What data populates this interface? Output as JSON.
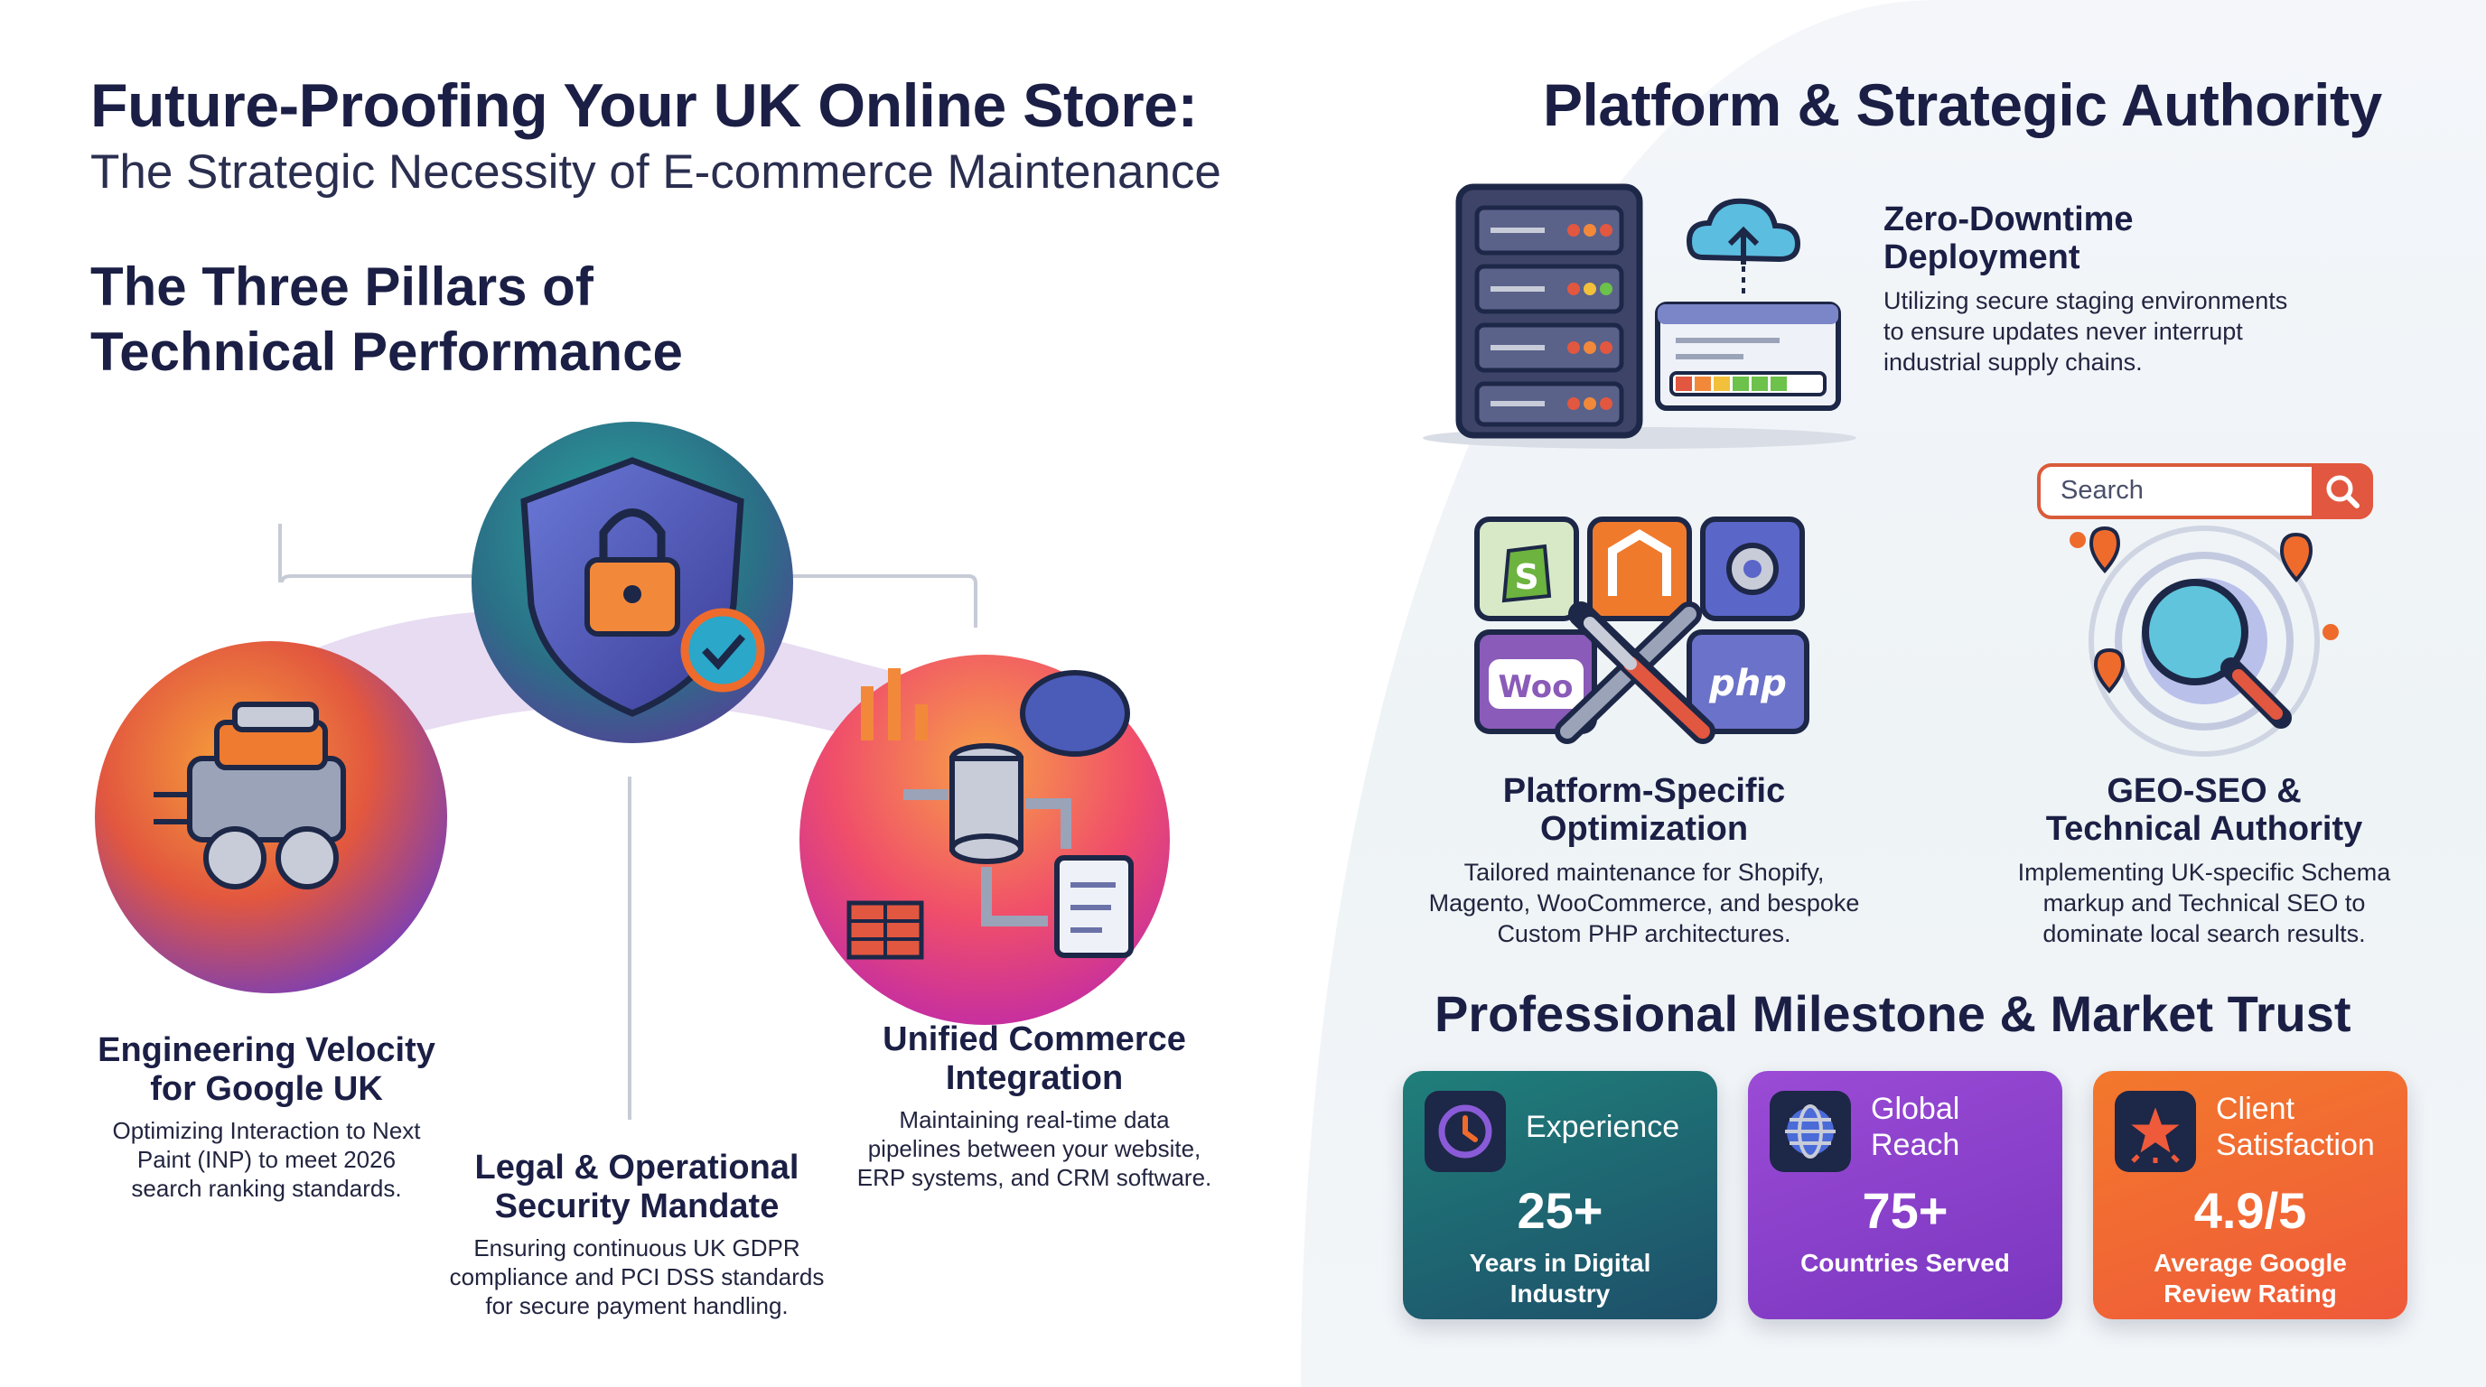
{
  "header": {
    "title": "Future-Proofing Your UK Online Store:",
    "subtitle": "The Strategic Necessity of E-commerce Maintenance"
  },
  "pillars_section": {
    "heading_line1": "The Three Pillars of",
    "heading_line2": "Technical Performance",
    "pillars": [
      {
        "title_line1": "Engineering Velocity",
        "title_line2": "for Google UK",
        "desc_line1": "Optimizing Interaction to Next",
        "desc_line2": "Paint (INP) to meet 2026",
        "desc_line3": "search ranking standards."
      },
      {
        "title_line1": "Legal & Operational",
        "title_line2": "Security Mandate",
        "desc_line1": "Ensuring continuous UK GDPR",
        "desc_line2": "compliance and PCI DSS standards",
        "desc_line3": "for secure payment handling."
      },
      {
        "title_line1": "Unified Commerce",
        "title_line2": "Integration",
        "desc_line1": "Maintaining real-time data",
        "desc_line2": "pipelines between your website,",
        "desc_line3": "ERP systems, and CRM software."
      }
    ]
  },
  "platform_section": {
    "heading": "Platform & Strategic Authority",
    "zero_downtime": {
      "title_line1": "Zero-Downtime",
      "title_line2": "Deployment",
      "desc_line1": "Utilizing secure staging environments",
      "desc_line2": "to ensure updates never interrupt",
      "desc_line3": "industrial supply chains."
    },
    "platform_opt": {
      "title_line1": "Platform-Specific",
      "title_line2": "Optimization",
      "desc_line1": "Tailored maintenance for Shopify,",
      "desc_line2": "Magento, WooCommerce, and bespoke",
      "desc_line3": "Custom PHP architectures."
    },
    "geo_seo": {
      "title_line1": "GEO-SEO &",
      "title_line2": "Technical Authority",
      "desc_line1": "Implementing UK-specific Schema",
      "desc_line2": "markup and Technical SEO to",
      "desc_line3": "dominate local search results."
    },
    "search_placeholder": "Search",
    "logos": {
      "woo": "Woo",
      "php": "php"
    }
  },
  "trust_section": {
    "heading": "Professional Milestone & Market Trust",
    "cards": [
      {
        "label_line1": "Experience",
        "label_line2": "",
        "number": "25+",
        "cap_line1": "Years in Digital",
        "cap_line2": "Industry",
        "color": "#1f6b6e"
      },
      {
        "label_line1": "Global",
        "label_line2": "Reach",
        "number": "75+",
        "cap_line1": "Countries Served",
        "cap_line2": "",
        "color": "#8b3fc8"
      },
      {
        "label_line1": "Client",
        "label_line2": "Satisfaction",
        "number": "4.9/5",
        "cap_line1": "Average Google",
        "cap_line2": "Review Rating",
        "color": "#ef6b2c"
      }
    ]
  },
  "icons": [
    "engine-icon",
    "shield-lock-icon",
    "data-integration-icon",
    "server-rack-icon",
    "cloud-upload-icon",
    "platform-logos-icon",
    "search-icon",
    "magnifier-map-icon",
    "clock-icon",
    "globe-icon",
    "star-icon"
  ]
}
